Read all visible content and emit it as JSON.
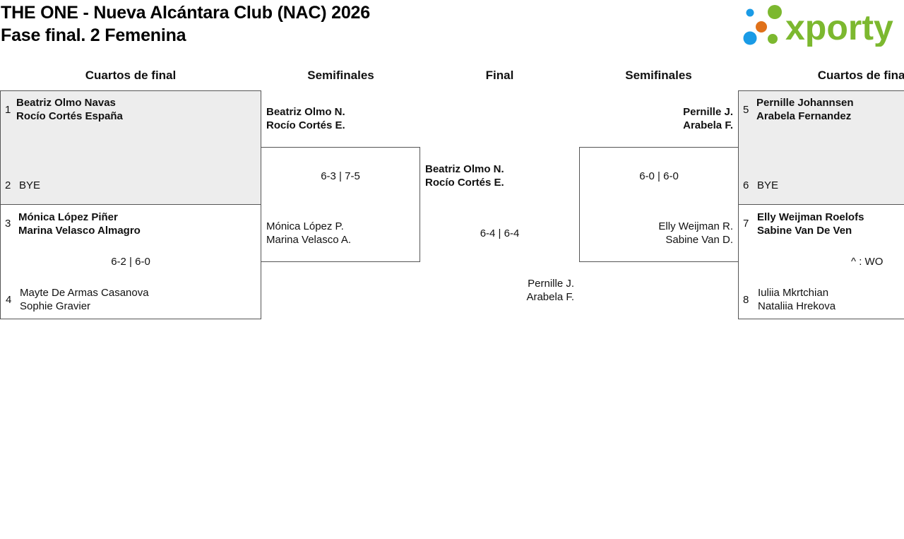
{
  "title": {
    "line1": "THE ONE - Nueva Alcántara Club (NAC) 2026",
    "line2": "Fase final. 2 Femenina"
  },
  "logo": {
    "text": "xporty",
    "dot_colors": [
      "#1a9be6",
      "#7cb82f",
      "#e0711a",
      "#1a9be6",
      "#7cb82f"
    ],
    "brand_color": "#7cb82f"
  },
  "headers": {
    "qf_left": "Cuartos de final",
    "sf_left": "Semifinales",
    "final": "Final",
    "sf_right": "Semifinales",
    "qf_right": "Cuartos de final"
  },
  "left_qf": {
    "m1": {
      "seed_a": "1",
      "a1": "Beatriz Olmo Navas",
      "a2": "Rocío Cortés España",
      "seed_b": "2",
      "b1": "BYE"
    },
    "m2": {
      "seed_a": "3",
      "a1": "Mónica López Piñer",
      "a2": "Marina Velasco Almagro",
      "score": "6-2 | 6-0",
      "seed_b": "4",
      "b1": "Mayte De Armas Casanova",
      "b2": "Sophie Gravier"
    }
  },
  "left_sf": {
    "a1": "Beatriz Olmo N.",
    "a2": "Rocío Cortés E.",
    "score": "6-3 | 7-5",
    "b1": "Mónica López P.",
    "b2": "Marina Velasco A."
  },
  "final": {
    "a1": "Beatriz Olmo N.",
    "a2": "Rocío Cortés E.",
    "score": "6-4 | 6-4",
    "b1": "Pernille J.",
    "b2": "Arabela F."
  },
  "right_sf": {
    "a1": "Pernille J.",
    "a2": "Arabela F.",
    "score": "6-0 | 6-0",
    "b1": "Elly Weijman R.",
    "b2": "Sabine Van D."
  },
  "right_qf": {
    "m1": {
      "seed_a": "5",
      "a1": "Pernille Johannsen",
      "a2": "Arabela Fernandez",
      "seed_b": "6",
      "b1": "BYE"
    },
    "m2": {
      "seed_a": "7",
      "a1": "Elly Weijman Roelofs",
      "a2": "Sabine Van De Ven",
      "score": "^ : WO",
      "seed_b": "8",
      "b1": "Iuliia Mkrtchian",
      "b2": "Nataliia Hrekova"
    }
  }
}
